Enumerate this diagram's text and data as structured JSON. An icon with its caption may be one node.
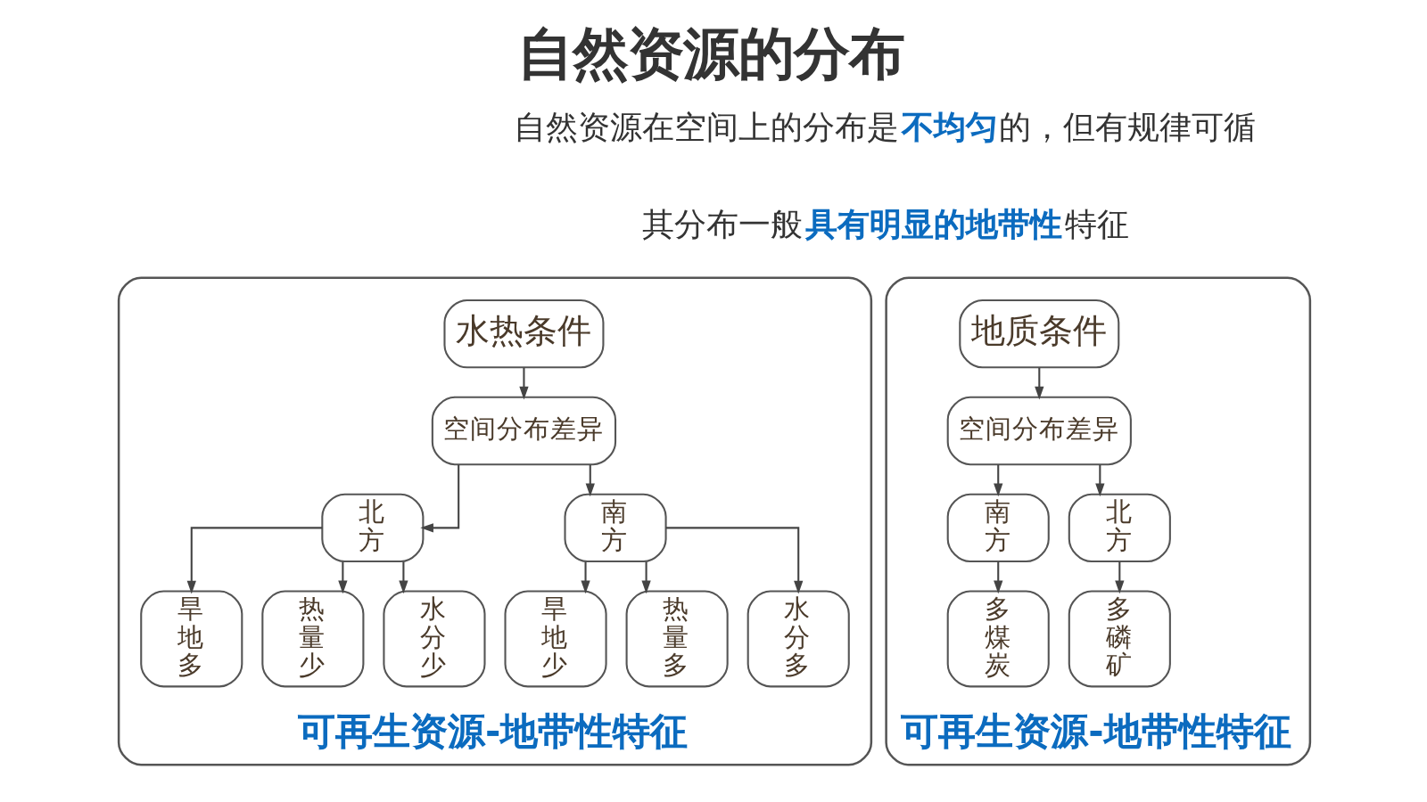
{
  "diagram": {
    "title": "自然资源的分布",
    "nodes": [
      {
        "text": [
          "可再生资源-地带性特征"
        ]
      },
      {
        "text": [
          "水热条件"
        ],
        "in": 0
      },
      {
        "text": [
          "空间分布差异"
        ],
        "in": 0
      },
      {
        "text": [
          "北方"
        ],
        "in": 0
      },
      {
        "text": [
          "南方"
        ],
        "in": 0
      },
      {
        "text": [
          "旱地多"
        ],
        "in": 0
      },
      {
        "text": [
          "热量少"
        ],
        "in": 0
      },
      {
        "text": [
          "水分少"
        ],
        "in": 0
      },
      {
        "text": [
          "旱地少"
        ],
        "in": 0
      },
      {
        "text": [
          "热量多"
        ],
        "in": 0
      },
      {
        "text": [
          "水分多"
        ],
        "in": 0
      },
      {
        "text": [
          "可再生资源-地带性特征"
        ]
      },
      {
        "text": [
          "地质条件"
        ],
        "in": 11
      },
      {
        "text": [
          "空间分布差异"
        ],
        "in": 11
      },
      {
        "text": [
          "南方"
        ],
        "in": 11
      },
      {
        "text": [
          "北方"
        ],
        "in": 11
      },
      {
        "text": [
          "多煤炭"
        ],
        "in": 11
      },
      {
        "text": [
          "多磷矿"
        ],
        "in": 11
      }
    ],
    "edges": [
      {
        "from": 1,
        "to": 2,
        "arrow": "to"
      },
      {
        "from": 2,
        "to": 3,
        "arrow": "to"
      },
      {
        "from": 2,
        "to": 4,
        "arrow": "to"
      },
      {
        "from": 3,
        "to": 5,
        "arrow": "to"
      },
      {
        "from": 3,
        "to": 6,
        "arrow": "to"
      },
      {
        "from": 3,
        "to": 7,
        "arrow": "to"
      },
      {
        "from": 4,
        "to": 8,
        "arrow": "to"
      },
      {
        "from": 4,
        "to": 9,
        "arrow": "to"
      },
      {
        "from": 4,
        "to": 10,
        "arrow": "to"
      },
      {
        "from": 12,
        "to": 13,
        "arrow": "to"
      },
      {
        "from": 13,
        "to": 14,
        "arrow": "to"
      },
      {
        "from": 13,
        "to": 15,
        "arrow": "to"
      },
      {
        "from": 14,
        "to": 16,
        "arrow": "to"
      },
      {
        "from": 15,
        "to": 17,
        "arrow": "to"
      }
    ],
    "labels": [
      "自然资源在空间上的分布是**不均匀**的，但有规律可循",
      "其分布一般**具有明显的地带性**特征"
    ]
  }
}
